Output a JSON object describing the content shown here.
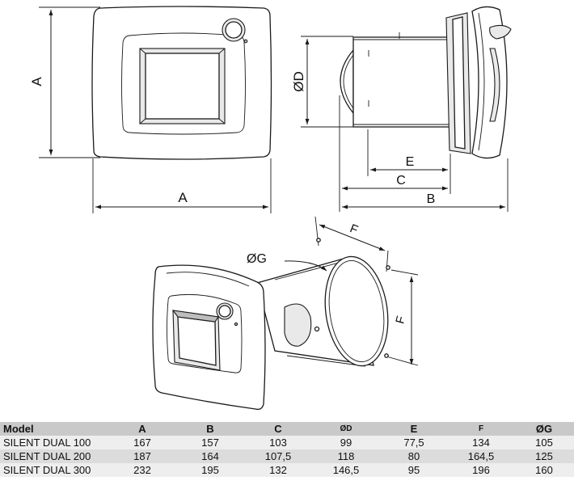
{
  "dimension_labels": {
    "front_height": "A",
    "front_width": "A",
    "side_diameter": "ØD",
    "side_e": "E",
    "side_c": "C",
    "side_b": "B",
    "iso_g": "ØG",
    "iso_f_top": "F",
    "iso_f_side": "F"
  },
  "table": {
    "headers": [
      "Model",
      "A",
      "B",
      "C",
      "ØD",
      "E",
      "F",
      "ØG"
    ],
    "rows": [
      [
        "SILENT DUAL 100",
        "167",
        "157",
        "103",
        "99",
        "77,5",
        "134",
        "105"
      ],
      [
        "SILENT DUAL 200",
        "187",
        "164",
        "107,5",
        "118",
        "80",
        "164,5",
        "125"
      ],
      [
        "SILENT DUAL 300",
        "232",
        "195",
        "132",
        "146,5",
        "95",
        "196",
        "160"
      ]
    ]
  }
}
